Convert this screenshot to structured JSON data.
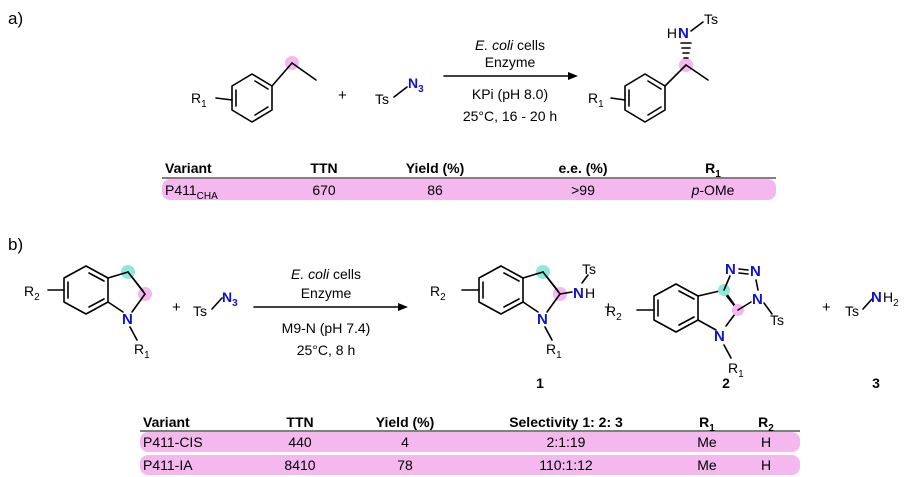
{
  "panel_a": {
    "label": "a)",
    "substrate_r": "R",
    "substrate_r_sub": "1",
    "plus": "+",
    "azide_ts": "Ts",
    "azide_n3": "N",
    "azide_n3_sub": "3",
    "conditions": {
      "line1_italic": "E. coli",
      "line1_rest": " cells",
      "line2": "Enzyme",
      "line3": "KPi (pH 8.0)",
      "line4": "25°C, 16 - 20 h"
    },
    "product_hn": "H",
    "product_n": "N",
    "product_ts": "Ts",
    "product_r": "R",
    "product_r_sub": "1",
    "table": {
      "headers": [
        "Variant",
        "TTN",
        "Yield (%)",
        "e.e. (%)",
        "R"
      ],
      "header_r_sub": "1",
      "row": {
        "variant": "P411",
        "variant_sub": "CHA",
        "ttn": "670",
        "yield": "86",
        "ee": ">99",
        "r1_italic": "p",
        "r1_rest": "-OMe"
      }
    }
  },
  "panel_b": {
    "label": "b)",
    "substrate_r2": "R",
    "substrate_r2_sub": "2",
    "substrate_n": "N",
    "substrate_r1": "R",
    "substrate_r1_sub": "1",
    "plus": "+",
    "azide_ts": "Ts",
    "azide_n3": "N",
    "azide_n3_sub": "3",
    "conditions": {
      "line1_italic": "E. coli",
      "line1_rest": " cells",
      "line2": "Enzyme",
      "line3": "M9-N (pH 7.4)",
      "line4": "25°C, 8 h"
    },
    "product1": {
      "r2": "R",
      "r2_sub": "2",
      "n": "N",
      "r1": "R",
      "r1_sub": "1",
      "ts": "Ts",
      "nh": "N",
      "h": "H",
      "number": "1"
    },
    "product2": {
      "r2": "R",
      "r2_sub": "2",
      "n_ring": "N",
      "r1": "R",
      "r1_sub": "1",
      "n_a": "N",
      "n_b": "N",
      "n_c": "N",
      "ts": "Ts",
      "number": "2"
    },
    "product3": {
      "ts": "Ts",
      "n": "N",
      "h": "H",
      "h_sub": "2",
      "number": "3"
    },
    "table": {
      "headers": [
        "Variant",
        "TTN",
        "Yield (%)",
        "Selectivity 1: 2: 3",
        "R",
        "R"
      ],
      "header_r1_sub": "1",
      "header_r2_sub": "2",
      "rows": [
        {
          "variant": "P411-CIS",
          "ttn": "440",
          "yield": "4",
          "selectivity": "2:1:19",
          "r1": "Me",
          "r2": "H"
        },
        {
          "variant": "P411-IA",
          "ttn": "8410",
          "yield": "78",
          "selectivity": "110:1:12",
          "r1": "Me",
          "r2": "H"
        }
      ]
    }
  },
  "colors": {
    "highlight_pink": "#f4b8ee",
    "highlight_cyan": "#8ee8dc",
    "nitrogen_blue": "#1010d0"
  }
}
